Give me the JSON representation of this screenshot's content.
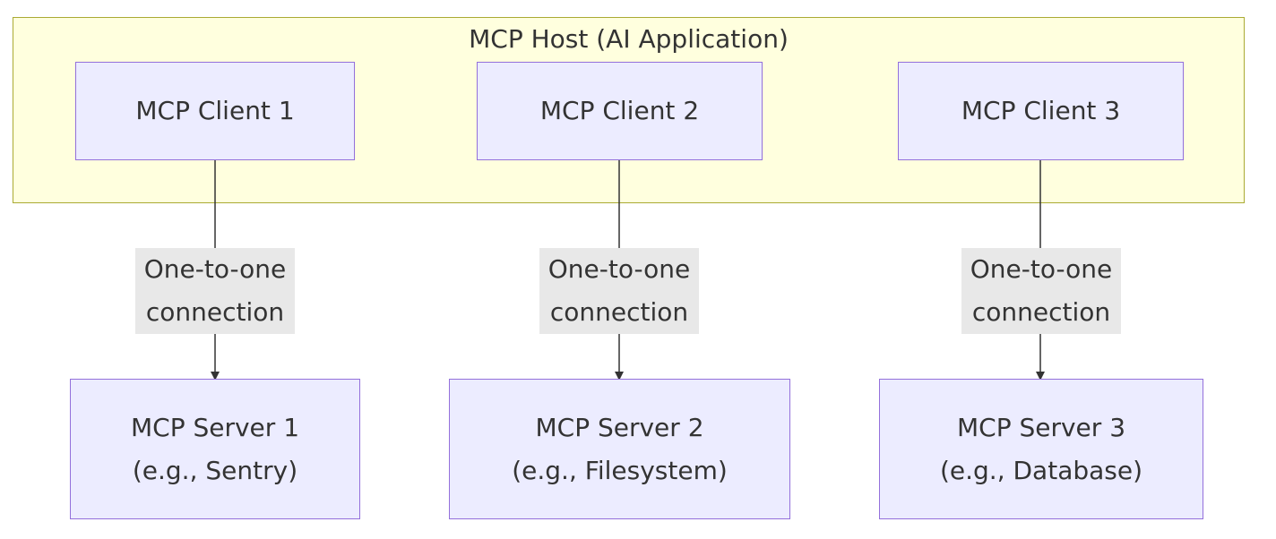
{
  "host": {
    "title": "MCP Host (AI Application)"
  },
  "clients": [
    {
      "label": "MCP Client 1"
    },
    {
      "label": "MCP Client 2"
    },
    {
      "label": "MCP Client 3"
    }
  ],
  "servers": [
    {
      "line1": "MCP Server 1",
      "line2": "(e.g., Sentry)"
    },
    {
      "line1": "MCP Server 2",
      "line2": "(e.g., Filesystem)"
    },
    {
      "line1": "MCP Server 3",
      "line2": "(e.g., Database)"
    }
  ],
  "edges": [
    {
      "line1": "One-to-one",
      "line2": "connection"
    },
    {
      "line1": "One-to-one",
      "line2": "connection"
    },
    {
      "line1": "One-to-one",
      "line2": "connection"
    }
  ],
  "colors": {
    "host_fill": "#ffffde",
    "host_border": "#aaaa33",
    "node_fill": "#ececff",
    "node_border": "#9370db",
    "edge_label_fill": "#e8e8e8",
    "edge_stroke": "#333333"
  }
}
